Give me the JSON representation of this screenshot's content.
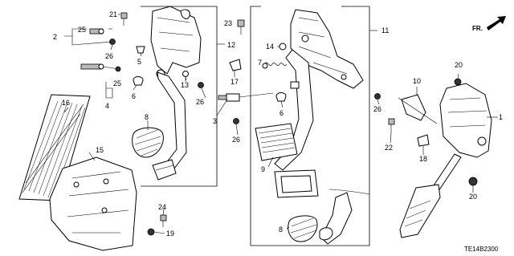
{
  "diagram": {
    "part_labels": [
      "1",
      "2",
      "3",
      "4",
      "5",
      "6",
      "6",
      "7",
      "8",
      "8",
      "9",
      "10",
      "11",
      "12",
      "13",
      "14",
      "15",
      "16",
      "17",
      "18",
      "19",
      "20",
      "20",
      "21",
      "22",
      "23",
      "24",
      "25",
      "25",
      "26",
      "26",
      "26",
      "26"
    ],
    "orientation_label": "FR.",
    "diagram_code": "TE14B2300"
  }
}
